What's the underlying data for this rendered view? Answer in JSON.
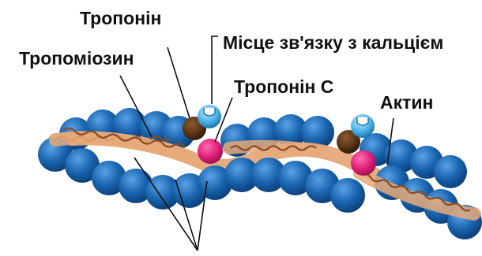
{
  "labels": {
    "troponin": "Тропонін",
    "tropomyosin": "Тропоміозин",
    "calcium_site": "Місце зв'язку з кальцієм",
    "troponin_c": "Тропонін С",
    "actin": "Актин"
  },
  "colors": {
    "actin": "#1a66b0",
    "actin_dark": "#0b3f7a",
    "actin_light": "#5aa2e6",
    "tropomyosin_band": "#e6a979",
    "tropomyosin_strand": "#8a4a25",
    "troponin_brown": "#5a3518",
    "troponin_c_pink": "#e0207a",
    "calcium_site_blue": "#4fb4e8",
    "label_text": "#111111"
  }
}
